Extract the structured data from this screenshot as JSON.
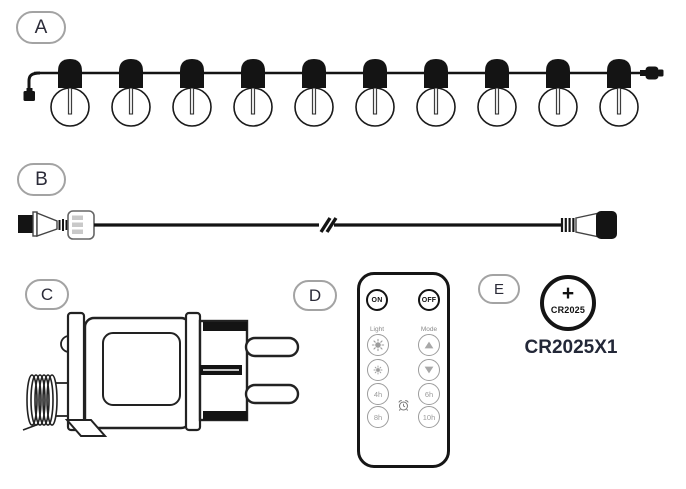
{
  "parts": {
    "a": {
      "label": "A"
    },
    "b": {
      "label": "B"
    },
    "c": {
      "label": "C"
    },
    "d": {
      "label": "D"
    },
    "e": {
      "label": "E"
    }
  },
  "string_lights": {
    "bulb_count": 10
  },
  "remote": {
    "on_label": "ON",
    "off_label": "OFF",
    "light_label": "Light",
    "mode_label": "Mode",
    "timer_4h": "4h",
    "timer_6h": "6h",
    "timer_8h": "8h",
    "timer_10h": "10h",
    "icons": [
      "brightness-high-icon",
      "brightness-low-icon",
      "mode-up-icon",
      "mode-down-icon",
      "timer-clock-icon"
    ]
  },
  "battery": {
    "polarity": "+",
    "cell_type": "CR2025",
    "caption": "CR2025X1"
  },
  "colors": {
    "line_art": "#1a1a1a",
    "label_border": "#a3a3a3",
    "label_text": "#2b2b38",
    "remote_gray": "#9c9c9c",
    "caption_text": "#232838"
  }
}
